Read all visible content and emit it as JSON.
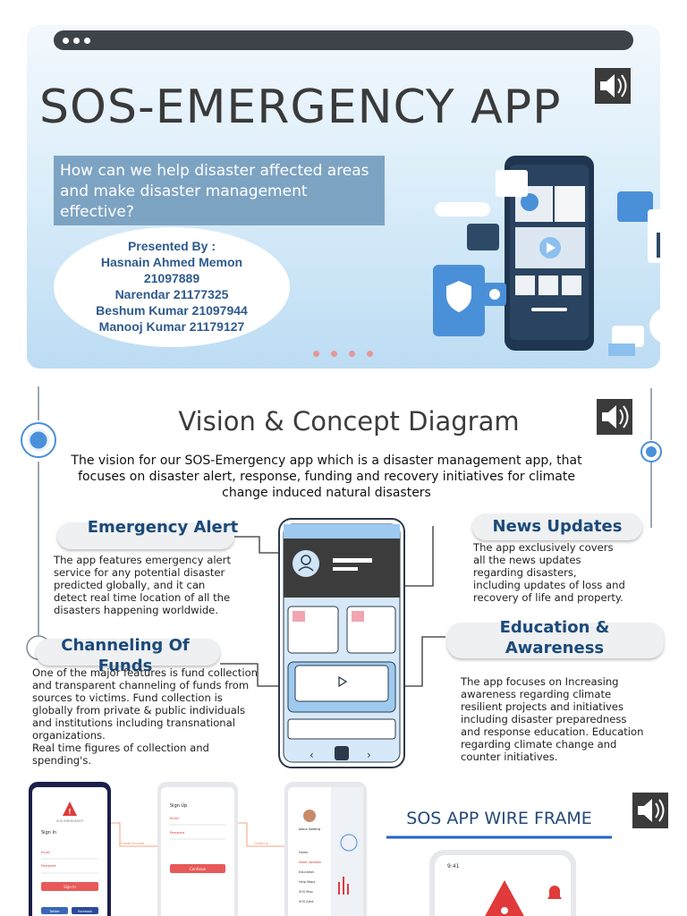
{
  "slide1": {
    "title": "SOS-EMERGENCY APP",
    "question": "How can we help disaster affected areas and make disaster management effective?",
    "presented_by_label": "Presented By :",
    "presenters": [
      "Hasnain Ahmed Memon",
      "21097889",
      "Narendar 21177325",
      "Beshum Kumar 21097944",
      "Manooj Kumar 21179127"
    ]
  },
  "slide2": {
    "title": "Vision & Concept Diagram",
    "vision": "The vision for our SOS-Emergency app which is a disaster management app, that focuses on disaster alert, response, funding and recovery initiatives for climate change induced natural disasters",
    "emergency_alert": {
      "label": "Emergency Alert",
      "text": "The app features emergency alert service for any potential disaster predicted globally, and it can detect real time location of all the disasters happening worldwide."
    },
    "channeling_funds": {
      "label": "Channeling Of Funds",
      "text": "One of the major features is fund collection and transparent channeling of funds from sources to victims. Fund collection is globally from private & public individuals and institutions including transnational organizations.\n Real time figures of collection and spending's."
    },
    "news_updates": {
      "label": "News Updates",
      "text": "The app exclusively covers all the news updates regarding disasters, including updates of loss and recovery of life and property."
    },
    "education": {
      "label": "Education & Awareness",
      "text": "The app focuses on Increasing awareness regarding climate resilient projects and initiatives including disaster preparedness and response education. Education regarding climate change and counter initiatives."
    }
  },
  "slide3": {
    "wireframe_title": "SOS APP WIRE FRAME",
    "screens": {
      "signin": {
        "alert_label": "SOS EMERGENCY",
        "heading": "Sign In",
        "email_label": "Email",
        "password_label": "Password",
        "button": "Sign In",
        "twitter": "Twitter",
        "facebook": "Facebook"
      },
      "signup": {
        "heading": "Sign Up",
        "email_label": "Email",
        "password_label": "Password",
        "button": "Continue"
      },
      "menu": {
        "profile_name": "Joana Solberg",
        "items": [
          "Home",
          "News Updates",
          "Education",
          "Help Maps",
          "SOS Map",
          "SOS Alert"
        ]
      },
      "arrow_labels": [
        "Create Account",
        "Continue"
      ]
    }
  },
  "colors": {
    "accent_blue": "#2f5a8e",
    "question_box": "#7da3c3",
    "alert_red": "#e03a3a"
  }
}
